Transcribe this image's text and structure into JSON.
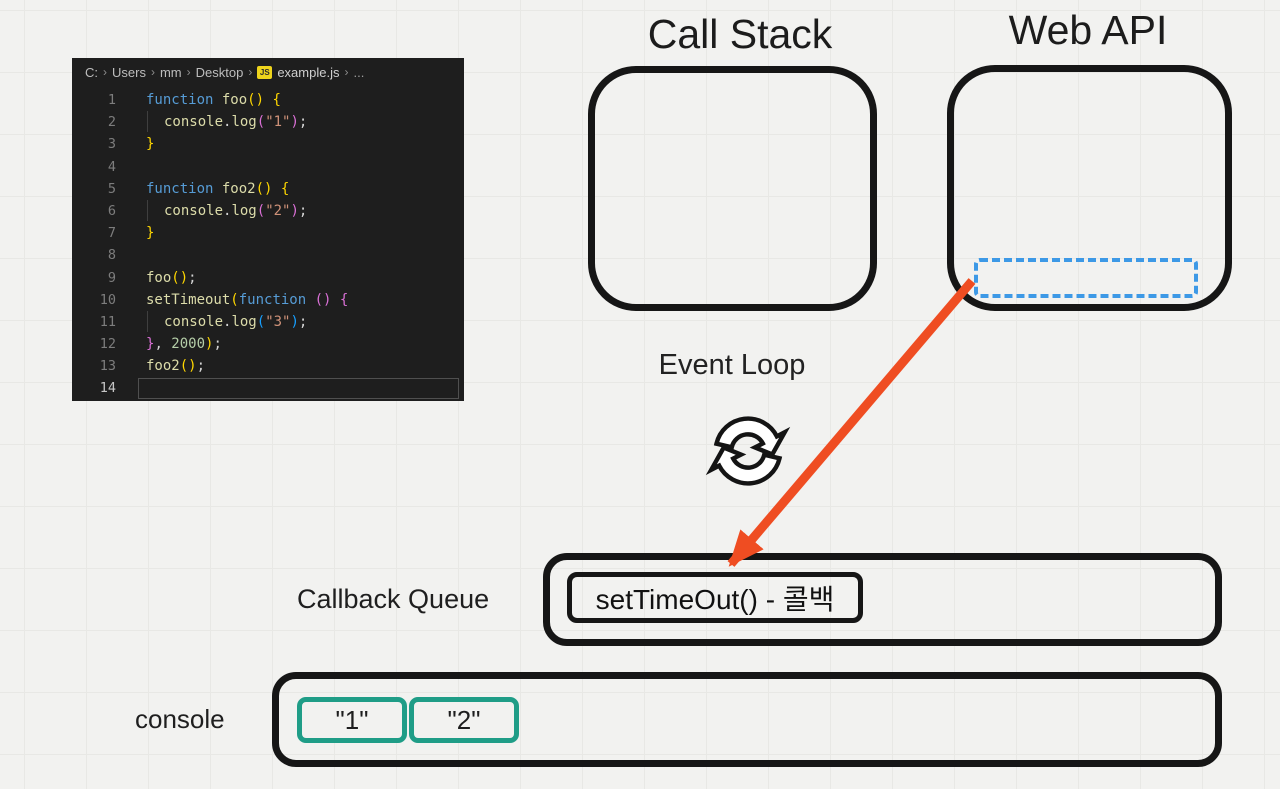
{
  "diagram": {
    "call_stack_label": "Call Stack",
    "web_api_label": "Web API",
    "event_loop_label": "Event Loop",
    "callback_queue_label": "Callback Queue",
    "console_label": "console",
    "queue_item_label": "setTimeOut() - 콜백",
    "console_items": [
      "\"1\"",
      "\"2\""
    ]
  },
  "editor": {
    "breadcrumb": {
      "path": [
        "C:",
        "Users",
        "mm",
        "Desktop"
      ],
      "file_badge": "JS",
      "file_name": "example.js",
      "trailing": "..."
    },
    "lines": [
      {
        "n": "1",
        "tokens": [
          [
            "kw",
            "function "
          ],
          [
            "fn",
            "foo"
          ],
          [
            "b1",
            "()"
          ],
          [
            "pl",
            " "
          ],
          [
            "b1",
            "{"
          ]
        ]
      },
      {
        "n": "2",
        "indent": true,
        "tokens": [
          [
            "fn",
            "console"
          ],
          [
            "pl",
            "."
          ],
          [
            "fn",
            "log"
          ],
          [
            "b2",
            "("
          ],
          [
            "st",
            "\"1\""
          ],
          [
            "b2",
            ")"
          ],
          [
            "pl",
            ";"
          ]
        ]
      },
      {
        "n": "3",
        "tokens": [
          [
            "b1",
            "}"
          ]
        ]
      },
      {
        "n": "4",
        "tokens": []
      },
      {
        "n": "5",
        "tokens": [
          [
            "kw",
            "function "
          ],
          [
            "fn",
            "foo2"
          ],
          [
            "b1",
            "()"
          ],
          [
            "pl",
            " "
          ],
          [
            "b1",
            "{"
          ]
        ]
      },
      {
        "n": "6",
        "indent": true,
        "tokens": [
          [
            "fn",
            "console"
          ],
          [
            "pl",
            "."
          ],
          [
            "fn",
            "log"
          ],
          [
            "b2",
            "("
          ],
          [
            "st",
            "\"2\""
          ],
          [
            "b2",
            ")"
          ],
          [
            "pl",
            ";"
          ]
        ]
      },
      {
        "n": "7",
        "tokens": [
          [
            "b1",
            "}"
          ]
        ]
      },
      {
        "n": "8",
        "tokens": []
      },
      {
        "n": "9",
        "tokens": [
          [
            "fn",
            "foo"
          ],
          [
            "b1",
            "()"
          ],
          [
            "pl",
            ";"
          ]
        ]
      },
      {
        "n": "10",
        "tokens": [
          [
            "fn",
            "setTimeout"
          ],
          [
            "b1",
            "("
          ],
          [
            "kw",
            "function"
          ],
          [
            "pl",
            " "
          ],
          [
            "b2",
            "()"
          ],
          [
            "pl",
            " "
          ],
          [
            "b2",
            "{"
          ]
        ]
      },
      {
        "n": "11",
        "indent": true,
        "tokens": [
          [
            "fn",
            "console"
          ],
          [
            "pl",
            "."
          ],
          [
            "fn",
            "log"
          ],
          [
            "b3",
            "("
          ],
          [
            "st",
            "\"3\""
          ],
          [
            "b3",
            ")"
          ],
          [
            "pl",
            ";"
          ]
        ]
      },
      {
        "n": "12",
        "tokens": [
          [
            "b2",
            "}"
          ],
          [
            "pl",
            ", "
          ],
          [
            "nu",
            "2000"
          ],
          [
            "b1",
            ")"
          ],
          [
            "pl",
            ";"
          ]
        ]
      },
      {
        "n": "13",
        "tokens": [
          [
            "fn",
            "foo2"
          ],
          [
            "b1",
            "()"
          ],
          [
            "pl",
            ";"
          ]
        ]
      },
      {
        "n": "14",
        "current": true,
        "tokens": []
      }
    ]
  },
  "icons": {
    "event_loop_icon": "sync-cycle-arrows",
    "flow_arrow": "red-arrow-webapi-to-queue"
  },
  "colors": {
    "arrow_red": "#ef4d22",
    "dashed_blue": "#3d99e6",
    "item_teal": "#1f9d87",
    "box_stroke": "#161616",
    "editor_bg": "#1e1e1e",
    "page_bg": "#f2f2f0"
  }
}
